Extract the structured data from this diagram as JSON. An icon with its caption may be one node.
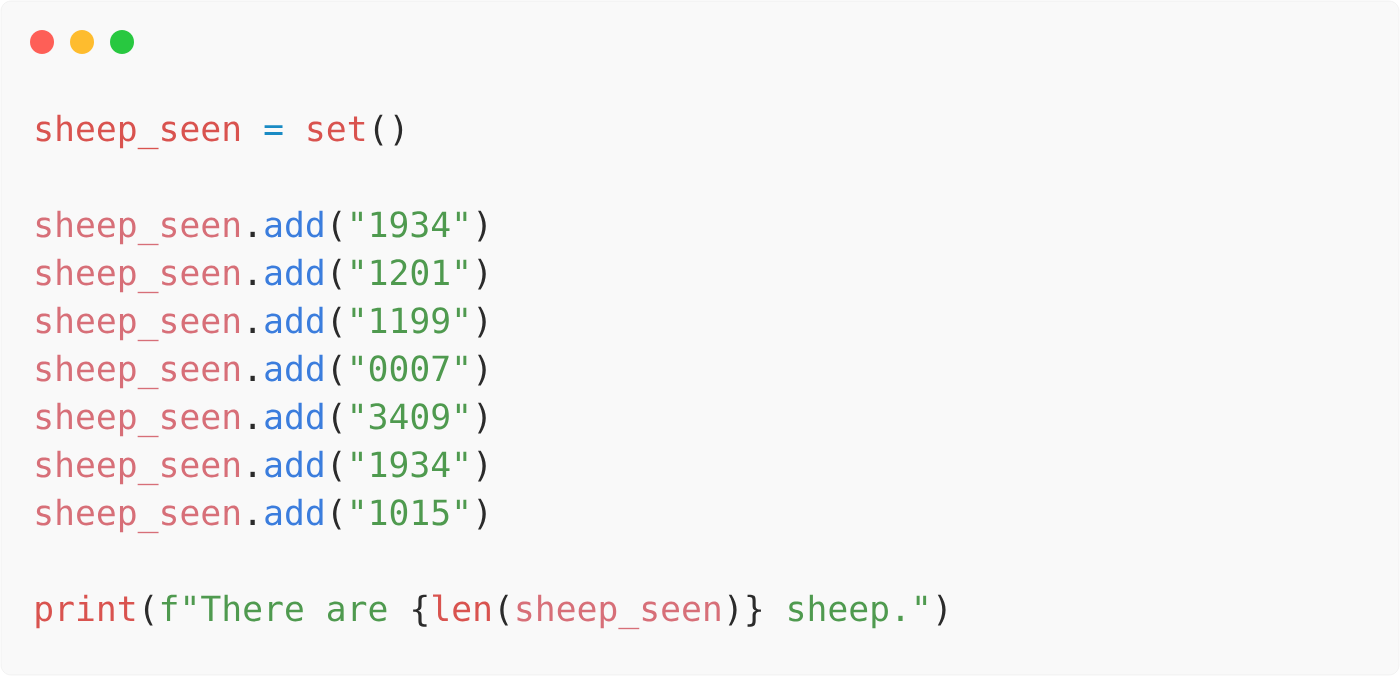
{
  "diagram": {
    "labels": [
      "sheep_seen",
      "=",
      "set",
      "()",
      "sheep_seen",
      ".",
      "add",
      "(",
      "\"1934\"",
      ")",
      "sheep_seen",
      ".",
      "add",
      "(",
      "\"1201\"",
      ")",
      "sheep_seen",
      ".",
      "add",
      "(",
      "\"1199\"",
      ")",
      "sheep_seen",
      ".",
      "add",
      "(",
      "\"0007\"",
      ")",
      "sheep_seen",
      ".",
      "add",
      "(",
      "\"3409\"",
      ")",
      "sheep_seen",
      ".",
      "add",
      "(",
      "\"1934\"",
      ")",
      "sheep_seen",
      ".",
      "add",
      "(",
      "\"1015\"",
      ")",
      "print",
      "(",
      "f\"There are",
      "{",
      "len",
      "(",
      "sheep_seen",
      ")",
      "}",
      "sheep.\"",
      ")"
    ]
  }
}
